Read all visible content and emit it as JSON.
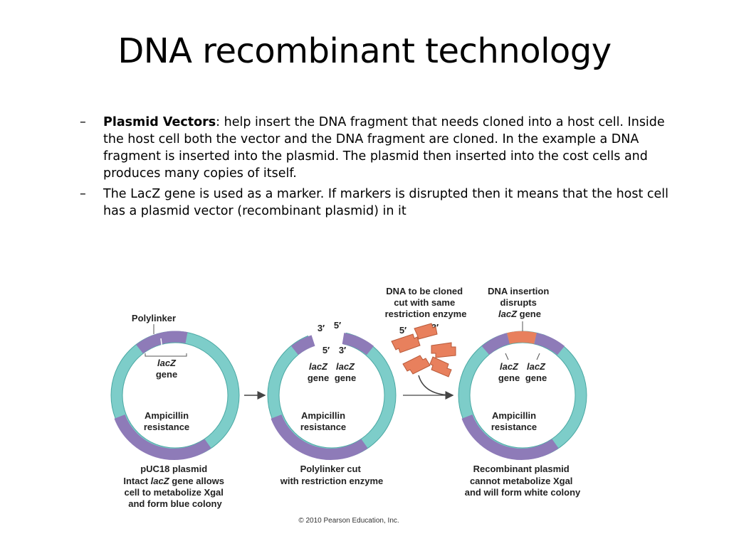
{
  "slide": {
    "title": "DNA recombinant technology",
    "bullets": [
      {
        "dash": "–",
        "bold": "Plasmid Vectors",
        "text": ": help insert the DNA fragment that needs cloned into a host cell. Inside the host cell both the vector and the DNA fragment are cloned. In the example a DNA fragment is inserted into the plasmid. The plasmid then inserted into the cost cells and produces many copies of itself."
      },
      {
        "dash": "–",
        "bold": "",
        "text": " The LacZ  gene is used as a marker.  If markers is disrupted then it means that the host cell has a plasmid vector (recombinant plasmid) in it"
      }
    ]
  },
  "diagram": {
    "colors": {
      "teal": "#7dcdc9",
      "purple": "#8e7bb8",
      "fragment": "#e8805d",
      "arrow": "#444444"
    },
    "plasmid1": {
      "polylinker": "Polylinker",
      "lacz_top": "lacZ",
      "lacz_bottom": "gene",
      "amp_top": "Ampicillin",
      "amp_bottom": "resistance",
      "caption": [
        "pUC18 plasmid",
        "Intact ",
        "lacZ",
        " gene allows",
        "cell to metabolize Xgal",
        "and form blue colony"
      ]
    },
    "plasmid2": {
      "end_3_left": "3′",
      "end_5_right": "5′",
      "end_5_left": "5′",
      "end_3_right": "3′",
      "lacz_left_top": "lacZ",
      "lacz_left_bottom": "gene",
      "lacz_right_top": "lacZ",
      "lacz_right_bottom": "gene",
      "amp_top": "Ampicillin",
      "amp_bottom": "resistance",
      "caption": [
        "Polylinker cut",
        "with restriction enzyme"
      ]
    },
    "fragments": {
      "caption": [
        "DNA to be cloned",
        "cut with same",
        "restriction enzyme"
      ],
      "end_5": "5′",
      "end_3": "3′"
    },
    "plasmid3": {
      "insertion_caption": [
        "DNA insertion",
        "disrupts",
        "lacZ",
        " gene"
      ],
      "lacz_left_top": "lacZ",
      "lacz_left_bottom": "gene",
      "lacz_right_top": "lacZ",
      "lacz_right_bottom": "gene",
      "amp_top": "Ampicillin",
      "amp_bottom": "resistance",
      "caption": [
        "Recombinant plasmid",
        "cannot metabolize Xgal",
        "and will form white colony"
      ]
    },
    "copyright": "© 2010 Pearson Education, Inc."
  }
}
